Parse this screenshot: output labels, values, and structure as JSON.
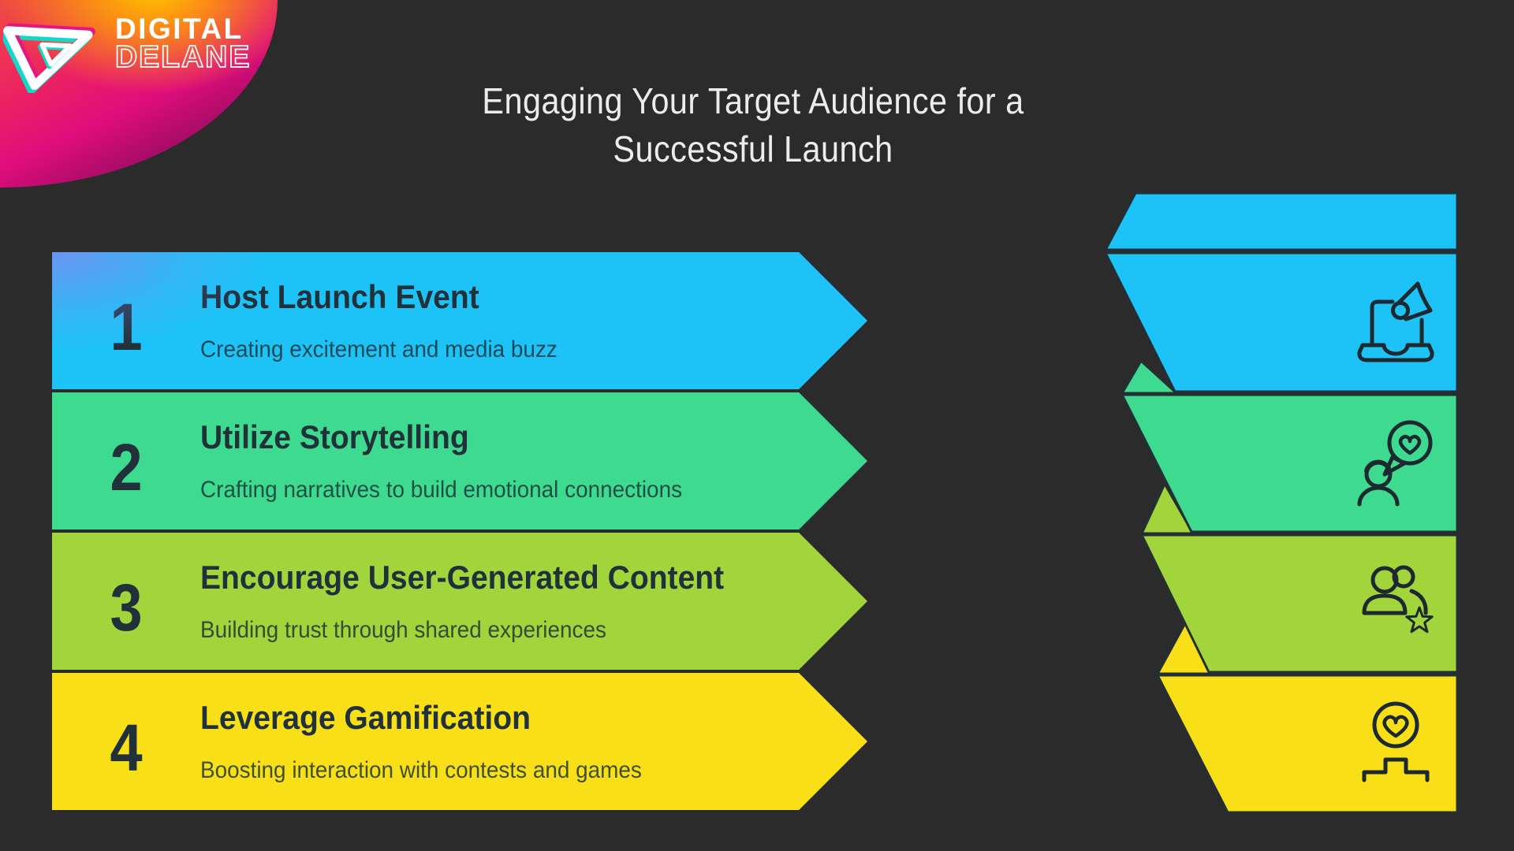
{
  "logo": {
    "brand_line1": "DIGITAL",
    "brand_line2": "DELANE"
  },
  "header": {
    "title_line1": "Engaging Your Target Audience for a",
    "title_line2": "Successful Launch"
  },
  "steps": [
    {
      "number": "1",
      "title": "Host Launch Event",
      "subtitle": "Creating excitement and media buzz",
      "color": "#1dc3f6",
      "icon": "laptop-megaphone-icon"
    },
    {
      "number": "2",
      "title": "Utilize Storytelling",
      "subtitle": "Crafting narratives to build emotional connections",
      "color": "#3eda8f",
      "icon": "storyteller-heart-bubble-icon"
    },
    {
      "number": "3",
      "title": "Encourage User-Generated Content",
      "subtitle": "Building trust through shared experiences",
      "color": "#a2d43c",
      "icon": "community-star-icon"
    },
    {
      "number": "4",
      "title": "Leverage Gamification",
      "subtitle": "Boosting interaction with contests and games",
      "color": "#f8df18",
      "icon": "award-heart-podium-icon"
    }
  ],
  "colors": {
    "background": "#2b2b2b",
    "ink": "#21313a",
    "subtitle_ink": "#2e4a50",
    "title_text": "#ececec",
    "icon_stroke": "#1d2930",
    "logo_gradient": [
      "#ffb300",
      "#fb7c33",
      "#ec2360",
      "#d6087b",
      "#452051"
    ]
  }
}
